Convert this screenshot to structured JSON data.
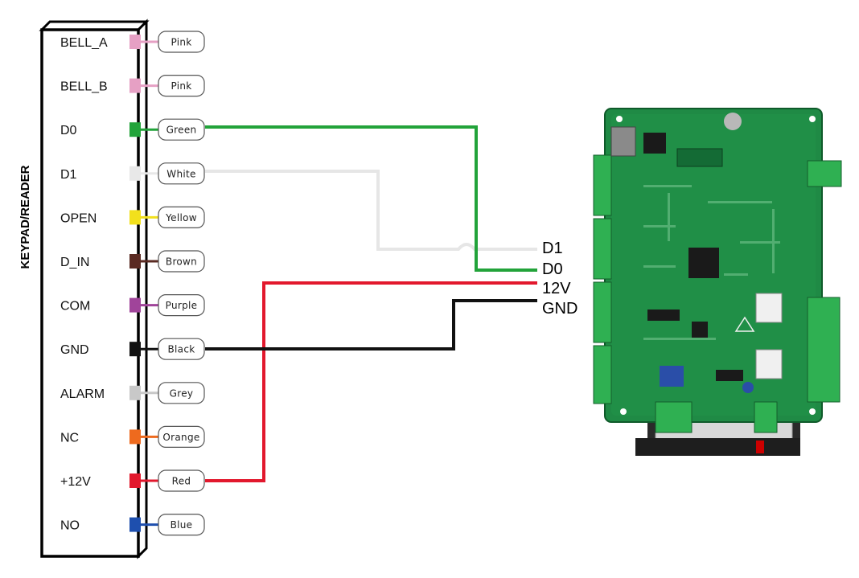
{
  "reader": {
    "title": "KEYPAD/READER",
    "pins": [
      {
        "label": "BELL_A",
        "wire": "Pink",
        "color": "#e6a0c4"
      },
      {
        "label": "BELL_B",
        "wire": "Pink",
        "color": "#e6a0c4"
      },
      {
        "label": "D0",
        "wire": "Green",
        "color": "#22a33a"
      },
      {
        "label": "D1",
        "wire": "White",
        "color": "#e8e8e8"
      },
      {
        "label": "OPEN",
        "wire": "Yellow",
        "color": "#f2e01c"
      },
      {
        "label": "D_IN",
        "wire": "Brown",
        "color": "#5a2a22"
      },
      {
        "label": "COM",
        "wire": "Purple",
        "color": "#a0449a"
      },
      {
        "label": "GND",
        "wire": "Black",
        "color": "#111111"
      },
      {
        "label": "ALARM",
        "wire": "Grey",
        "color": "#c8c8c8"
      },
      {
        "label": "NC",
        "wire": "Orange",
        "color": "#ee6a1e"
      },
      {
        "label": "+12V",
        "wire": "Red",
        "color": "#e2182d"
      },
      {
        "label": "NO",
        "wire": "Blue",
        "color": "#1e4fae"
      }
    ]
  },
  "controller": {
    "terminals": [
      "D1",
      "D0",
      "12V",
      "GND"
    ]
  },
  "colors": {
    "board": "#1f8a45",
    "board_dark": "#156b33",
    "connector": "#2fb052",
    "chip": "#1a1a1a"
  }
}
